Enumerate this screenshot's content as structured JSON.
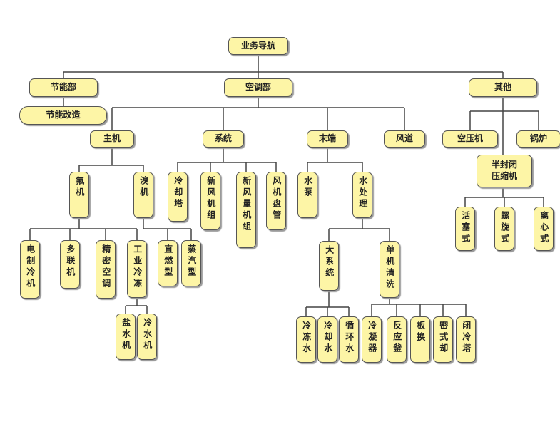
{
  "nodes": [
    {
      "id": "root",
      "label": "业务导航"
    },
    {
      "id": "jieneng",
      "label": "节能部"
    },
    {
      "id": "jienenggaizao",
      "label": "节能改造"
    },
    {
      "id": "kongtiao",
      "label": "空调部"
    },
    {
      "id": "qita",
      "label": "其他"
    },
    {
      "id": "zhuji",
      "label": "主机"
    },
    {
      "id": "xitong",
      "label": "系统"
    },
    {
      "id": "moduan",
      "label": "末端"
    },
    {
      "id": "fengdao",
      "label": "风道"
    },
    {
      "id": "kongyaji",
      "label": "空压机"
    },
    {
      "id": "guolu",
      "label": "锅炉"
    },
    {
      "id": "banfengbi",
      "label": "半封闭\n压缩机"
    },
    {
      "id": "fuji",
      "label": "氟机"
    },
    {
      "id": "xiuji",
      "label": "溴机"
    },
    {
      "id": "lengqueta",
      "label": "冷却塔"
    },
    {
      "id": "xinfengjizu",
      "label": "新风机组"
    },
    {
      "id": "xinfengliangjizu",
      "label": "新风量机组"
    },
    {
      "id": "fengjipanguan",
      "label": "风机盘管"
    },
    {
      "id": "shuibeng",
      "label": "水泵"
    },
    {
      "id": "shuichuli",
      "label": "水处理"
    },
    {
      "id": "huosaishi",
      "label": "活塞式"
    },
    {
      "id": "luoxuanshi",
      "label": "螺旋式"
    },
    {
      "id": "lixinshi",
      "label": "离心式"
    },
    {
      "id": "dianzhilengji",
      "label": "电制冷机"
    },
    {
      "id": "duolianji",
      "label": "多联机"
    },
    {
      "id": "jingmikongtiao",
      "label": "精密空调"
    },
    {
      "id": "gongyeleng",
      "label": "工业冷冻"
    },
    {
      "id": "zhiranxing",
      "label": "直燃型"
    },
    {
      "id": "zhengqixing",
      "label": "蒸汽型"
    },
    {
      "id": "daxitong",
      "label": "大系统"
    },
    {
      "id": "danjiqingxi",
      "label": "单机清洗"
    },
    {
      "id": "yanshuiji",
      "label": "盐水机"
    },
    {
      "id": "lengshuiji",
      "label": "冷水机"
    },
    {
      "id": "lengdongshui",
      "label": "冷冻水"
    },
    {
      "id": "lengqueshui",
      "label": "冷却水"
    },
    {
      "id": "xunhuanshui",
      "label": "循环水"
    },
    {
      "id": "lengningqi",
      "label": "冷凝器"
    },
    {
      "id": "fanyingfu",
      "label": "反应釜"
    },
    {
      "id": "banhuan",
      "label": "板换"
    },
    {
      "id": "mishique",
      "label": "密式却"
    },
    {
      "id": "bilengta",
      "label": "闭冷塔"
    }
  ]
}
